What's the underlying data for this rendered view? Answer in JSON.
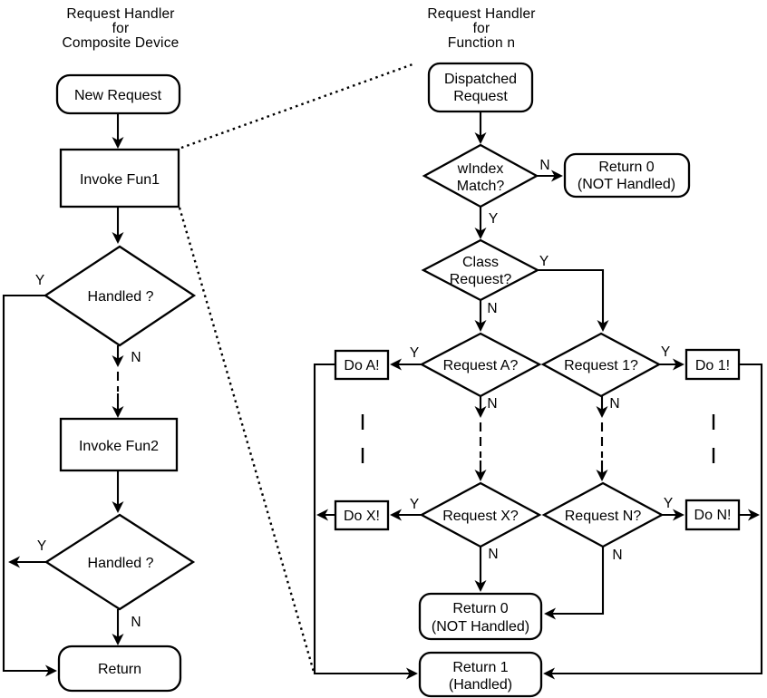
{
  "left_chart": {
    "title": [
      "Request Handler",
      "for",
      "Composite Device"
    ],
    "new_request": "New Request",
    "invoke_fun1": "Invoke Fun1",
    "handled_1": "Handled ?",
    "invoke_fun2": "Invoke Fun2",
    "handled_2": "Handled ?",
    "return": "Return"
  },
  "right_chart": {
    "title": [
      "Request Handler",
      "for",
      "Function n"
    ],
    "dispatched_request": [
      "Dispatched",
      "Request"
    ],
    "windex_match": [
      "wIndex",
      "Match?"
    ],
    "return_0_top": [
      "Return 0",
      "(NOT Handled)"
    ],
    "class_request": [
      "Class",
      "Request?"
    ],
    "request_a": "Request A?",
    "request_1": "Request 1?",
    "do_a": "Do A!",
    "do_1": "Do 1!",
    "request_x": "Request X?",
    "request_n": "Request N?",
    "do_x": "Do X!",
    "do_n": "Do N!",
    "return_0_bottom": [
      "Return 0",
      "(NOT Handled)"
    ],
    "return_1": [
      "Return 1",
      "(Handled)"
    ]
  },
  "branch_labels": {
    "yes": "Y",
    "no": "N"
  },
  "colors": {
    "stroke": "#000000",
    "background": "#ffffff",
    "text": "#000000"
  }
}
